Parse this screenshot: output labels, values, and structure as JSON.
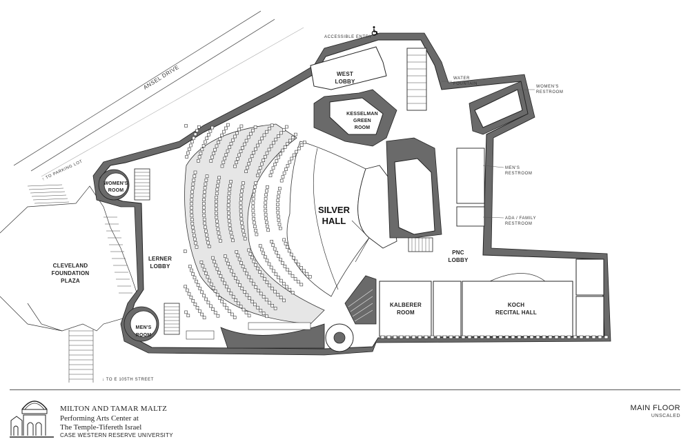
{
  "floor_plan": {
    "rooms": {
      "silver_hall_line1": "SILVER",
      "silver_hall_line2": "HALL",
      "lerner_lobby_line1": "LERNER",
      "lerner_lobby_line2": "LOBBY",
      "west_lobby_line1": "WEST",
      "west_lobby_line2": "LOBBY",
      "kesselman_line1": "KESSELMAN",
      "kesselman_line2": "GREEN",
      "kesselman_line3": "ROOM",
      "womens_room_line1": "WOMEN'S",
      "womens_room_line2": "ROOM",
      "mens_room_line1": "MEN'S",
      "mens_room_line2": "ROOM",
      "pnc_lobby_line1": "PNC",
      "pnc_lobby_line2": "LOBBY",
      "kalberer_line1": "KALBERER",
      "kalberer_line2": "ROOM",
      "koch_line1": "KOCH",
      "koch_line2": "RECITAL HALL",
      "plaza_line1": "CLEVELAND",
      "plaza_line2": "FOUNDATION",
      "plaza_line3": "PLAZA"
    },
    "annotations": {
      "ansel_drive": "ANSEL DRIVE",
      "accessible_entry": "ACCESSIBLE ENTRY",
      "water_fountain_line1": "WATER",
      "water_fountain_line2": "FOUNTAIN",
      "womens_restroom_line1": "WOMEN'S",
      "womens_restroom_line2": "RESTROOM",
      "mens_restroom_line1": "MEN'S",
      "mens_restroom_line2": "RESTROOM",
      "ada_restroom_line1": "ADA / FAMILY",
      "ada_restroom_line2": "RESTROOM",
      "to_parking_lot": "↑ TO PARKING LOT",
      "to_street": "↓ TO E 105TH STREET"
    },
    "icons": [
      "wheelchair-icon",
      "building-logo-icon"
    ]
  },
  "footer": {
    "line1": "MILTON AND TAMAR MALTZ",
    "line2": "Performing Arts Center at",
    "line3": "The Temple-Tifereth Israel",
    "line4": "CASE WESTERN RESERVE UNIVERSITY",
    "floor_title": "MAIN FLOOR",
    "scale_note": "UNSCALED"
  }
}
